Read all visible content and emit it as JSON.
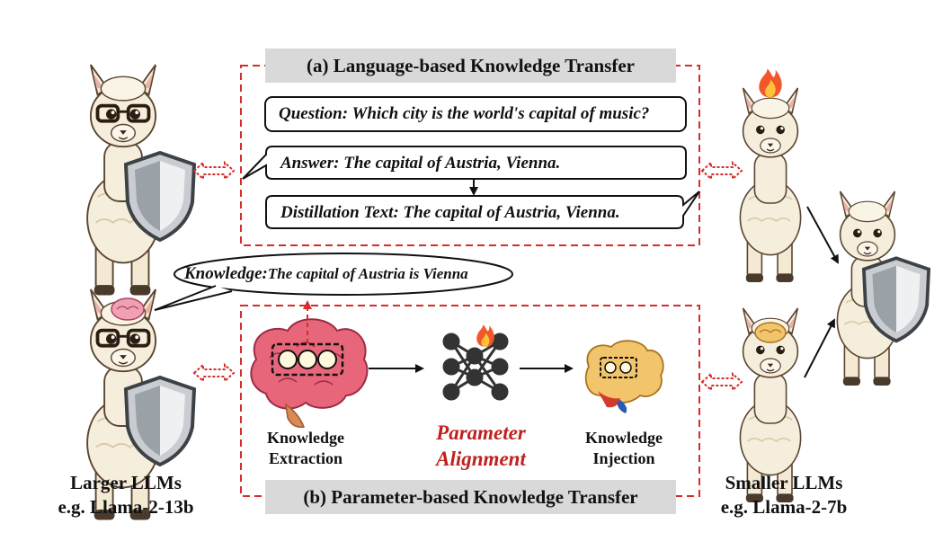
{
  "section_a": {
    "title": "(a) Language-based Knowledge Transfer",
    "question": "Question: Which city is the world's capital of music?",
    "answer": "Answer: The capital of Austria, Vienna.",
    "distillation": "Distillation Text: The capital of Austria, Vienna."
  },
  "section_b": {
    "title": "(b) Parameter-based Knowledge Transfer",
    "knowledge_bubble_prefix": "Knowledge:",
    "knowledge_bubble_text": "The capital of Austria is Vienna",
    "extraction_line1": "Knowledge",
    "extraction_line2": "Extraction",
    "alignment_line1": "Parameter",
    "alignment_line2": "Alignment",
    "injection_line1": "Knowledge",
    "injection_line2": "Injection"
  },
  "larger": {
    "line1": "Larger LLMs",
    "line2": "e.g. Llama-2-13b"
  },
  "smaller": {
    "line1": "Smaller LLMs",
    "line2": "e.g. Llama-2-7b"
  },
  "colors": {
    "dashed_red": "#d62c2a",
    "banner_gray": "#d9d9d9",
    "alignment_red": "#c0201e",
    "brain_pink": "#e8667a",
    "small_brain": "#f2c46b",
    "flame": "#f2572b"
  },
  "icons": [
    "alpaca-icon",
    "shield-icon",
    "glasses-icon",
    "brain-icon",
    "flame-icon",
    "neural-network-icon",
    "double-arrow-icon"
  ]
}
